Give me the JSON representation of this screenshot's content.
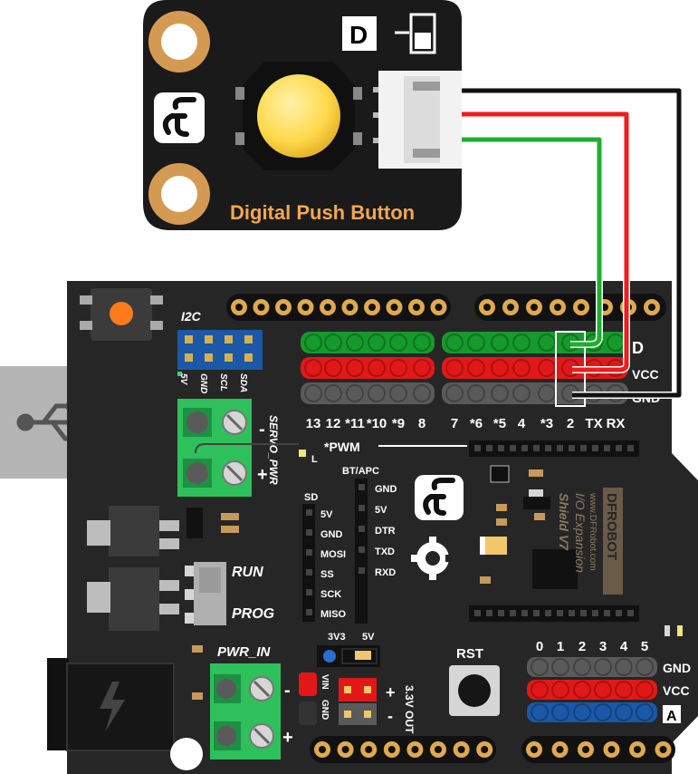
{
  "module": {
    "title": "Digital Push Button",
    "d_mark": "D",
    "logo": "DF"
  },
  "board": {
    "i2c_label": "I2C",
    "i2c_pins": [
      "5V",
      "GND",
      "SCL",
      "SDA"
    ],
    "servo_label": "SERVO_PWR",
    "servo_minus": "-",
    "servo_plus": "+",
    "digital_labels": [
      "13",
      "12",
      "*11",
      "*10",
      "*9",
      "8",
      "7",
      "*6",
      "*5",
      "4",
      "*3",
      "2",
      "TX",
      "RX"
    ],
    "right_header": {
      "d": "D",
      "vcc": "VCC",
      "gnd": "GND"
    },
    "pwm_label": "*PWM",
    "l_label": "L",
    "sd_label": "SD",
    "sd_pins": [
      "5V",
      "GND",
      "MOSI",
      "SS",
      "SCK",
      "MISO"
    ],
    "bt_label": "BT/APC",
    "bt_pins": [
      "GND",
      "5V",
      "DTR",
      "TXD",
      "RXD"
    ],
    "run_label": "RUN",
    "prog_label": "PROG",
    "pwr_in_label": "PWR_IN",
    "pwr_minus": "-",
    "pwr_plus": "+",
    "vin_label": "VIN",
    "gnd_label": "GND",
    "v33_label": "3V3",
    "v5_label": "5V",
    "out33_label": "3.3V OUT",
    "out_minus": "-",
    "out_plus": "+",
    "rst_label": "RST",
    "brand": "DFROBOT",
    "website": "www.DFRobot.com",
    "shield_name": "I/O Expansion",
    "shield_version": "Shield V7",
    "analog_numbers": [
      "0",
      "1",
      "2",
      "3",
      "4",
      "5"
    ],
    "analog_rows": {
      "gnd": "GND",
      "vcc": "VCC",
      "a": "A"
    }
  },
  "wires": [
    {
      "name": "signal",
      "color": "#1fae2e"
    },
    {
      "name": "vcc",
      "color": "#ee1c1c"
    },
    {
      "name": "gnd",
      "color": "#111111"
    }
  ],
  "colors": {
    "board": "#262626",
    "header_green": "#169a2c",
    "header_red": "#e21818",
    "header_gray": "#5a5a5a",
    "header_blue": "#1b58a8",
    "button_yellow": "#ffd84a",
    "module_label": "#f1a750",
    "terminal_green": "#2ec05b"
  }
}
